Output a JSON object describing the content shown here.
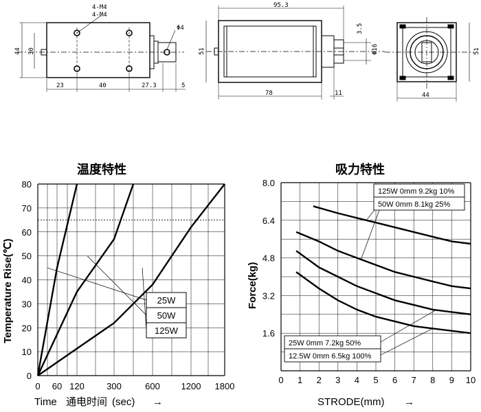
{
  "drawing": {
    "dims": {
      "hole_label_1": "4-M4",
      "hole_label_2": "4-M4",
      "height_44": "44",
      "height_30": "30",
      "d23": "23",
      "d40": "40",
      "d27_3": "27.3",
      "d5": "5",
      "phi4": "Φ4",
      "len_95_3": "95.3",
      "h51": "51",
      "len_78": "78",
      "d11": "11",
      "d3_5": "3.5",
      "phi16": "Φ16",
      "end_h51": "51",
      "end_w44": "44"
    }
  },
  "left_chart": {
    "title": "温度特性",
    "ylabel": "Temperature Rise(℃)",
    "xlabel_prefix": "Time",
    "xlabel_cn": "通电时间",
    "xlabel_unit": "(sec)",
    "arrow": "→"
  },
  "right_chart": {
    "title": "吸力特性",
    "ylabel": "Force(kg)",
    "xlabel": "STRODE(mm)",
    "arrow": "→"
  },
  "chart_data": [
    {
      "type": "line",
      "title": "温度特性",
      "xlabel": "Time 通电时间(sec)",
      "ylabel": "Temperature Rise(℃)",
      "x_ticks": [
        "0",
        "60",
        "120",
        "300",
        "600",
        "1200",
        "1800"
      ],
      "y_ticks": [
        0,
        10,
        20,
        30,
        40,
        50,
        60,
        70,
        80
      ],
      "ylim": [
        0,
        80
      ],
      "reference_line_y": 65,
      "grid": true,
      "series": [
        {
          "name": "25W",
          "x": [
            0,
            60,
            120
          ],
          "y": [
            0,
            45,
            80
          ]
        },
        {
          "name": "50W",
          "x": [
            0,
            120,
            300,
            450
          ],
          "y": [
            0,
            35,
            57,
            80
          ]
        },
        {
          "name": "125W",
          "x": [
            0,
            300,
            600,
            1200,
            1800
          ],
          "y": [
            0,
            22,
            38,
            62,
            80
          ]
        }
      ]
    },
    {
      "type": "line",
      "title": "吸力特性",
      "xlabel": "STRODE(mm)",
      "ylabel": "Force(kg)",
      "x_ticks": [
        0,
        1,
        2,
        3,
        4,
        5,
        6,
        7,
        8,
        9,
        10
      ],
      "y_ticks": [
        "1.6",
        "3.2",
        "4.8",
        "6.4",
        "8.0"
      ],
      "xlim": [
        0,
        10
      ],
      "ylim": [
        0,
        8.0
      ],
      "grid": true,
      "series": [
        {
          "name": "125W 0mm 9.2kg 10%",
          "x": [
            1.7,
            3,
            4,
            5,
            6,
            7,
            8,
            9,
            10
          ],
          "y": [
            7.0,
            6.7,
            6.5,
            6.3,
            6.1,
            5.9,
            5.7,
            5.5,
            5.4
          ]
        },
        {
          "name": "50W 0mm 8.1kg 25%",
          "x": [
            0.8,
            2,
            3,
            4,
            5,
            6,
            7,
            8,
            9,
            10
          ],
          "y": [
            5.9,
            5.5,
            5.1,
            4.8,
            4.5,
            4.2,
            4.0,
            3.8,
            3.6,
            3.5
          ]
        },
        {
          "name": "25W 0mm 7.2kg 50%",
          "x": [
            0.8,
            2,
            3,
            4,
            5,
            6,
            7,
            8,
            9,
            10
          ],
          "y": [
            5.1,
            4.4,
            4.0,
            3.6,
            3.3,
            3.0,
            2.8,
            2.6,
            2.5,
            2.4
          ]
        },
        {
          "name": "12.5W 0mm 6.5kg 100%",
          "x": [
            0.8,
            2,
            3,
            4,
            5,
            6,
            7,
            8,
            9,
            10
          ],
          "y": [
            4.2,
            3.5,
            3.0,
            2.6,
            2.3,
            2.1,
            1.9,
            1.8,
            1.7,
            1.6
          ]
        }
      ]
    }
  ]
}
